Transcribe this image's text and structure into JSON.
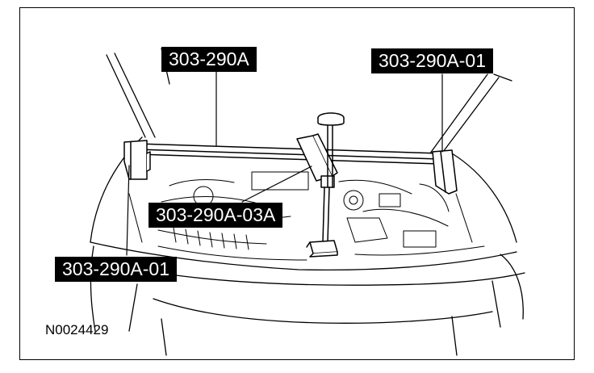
{
  "callouts": {
    "top_left": "303-290A",
    "top_right": "303-290A-01",
    "center": "303-290A-03A",
    "bottom_left": "303-290A-01"
  },
  "figure_id": "N0024429",
  "colors": {
    "line": "#000000",
    "callout_bg": "#000000",
    "callout_text": "#ffffff",
    "background": "#ffffff"
  }
}
